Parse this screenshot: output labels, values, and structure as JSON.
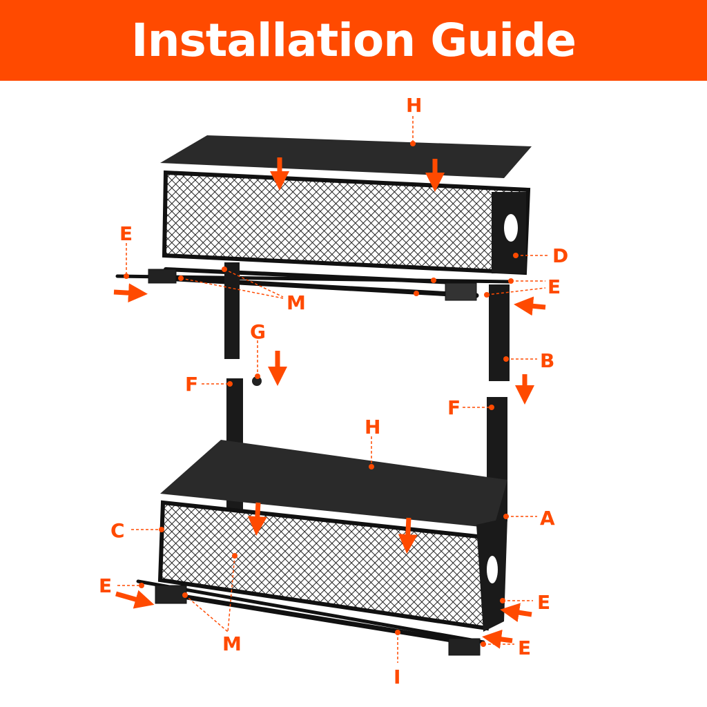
{
  "header": {
    "title": "Installation Guide"
  },
  "colors": {
    "accent": "#FF4A00",
    "metal": "#1a1a1a",
    "mat": "#2a2a2a"
  },
  "labels": {
    "h_top": "H",
    "e_top_left": "E",
    "d": "D",
    "m_top": "M",
    "e_top_right": "E",
    "g": "G",
    "b": "B",
    "f_left": "F",
    "f_right": "F",
    "h_bottom": "H",
    "a": "A",
    "c": "C",
    "e_bottom_left": "E",
    "e_bottom_right_1": "E",
    "m_bottom": "M",
    "i": "I",
    "e_bottom_right_2": "E"
  }
}
